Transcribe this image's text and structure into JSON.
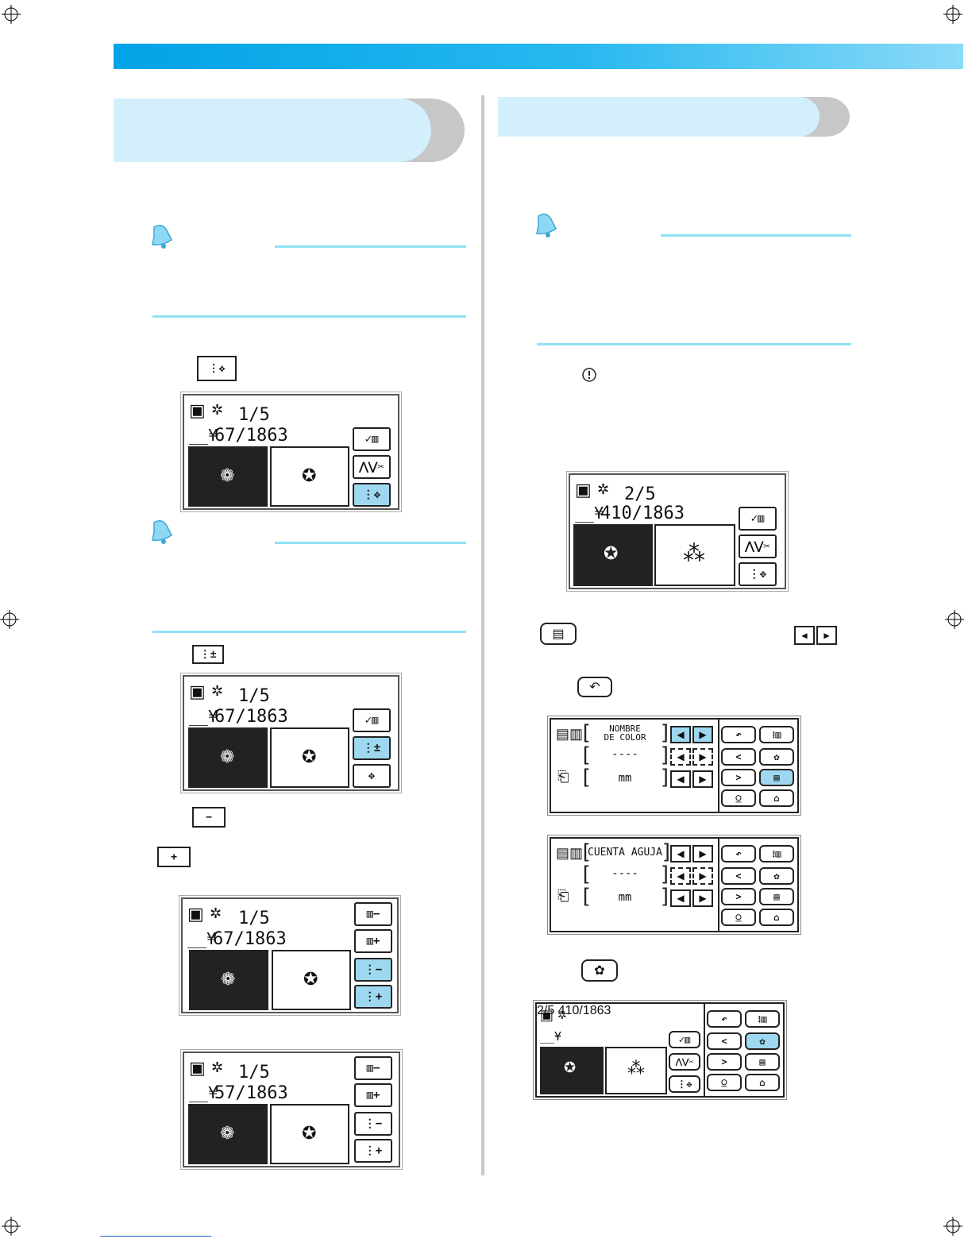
{
  "colors": {
    "banner": "#00a3e6",
    "accent": "#9ed8f0",
    "note_line": "#8fe2f5",
    "tab": "#d3effc"
  },
  "icons": {
    "bell": "bell-icon",
    "move": "needle-move-icon",
    "thread": "thread-check-icon",
    "trim": "thread-trim-icon",
    "needle_minus": "needle-minus-icon",
    "needle_plus": "needle-plus-icon",
    "plus_minus": "needle-plus-minus-icon"
  },
  "screens": [
    {
      "counter1": "1/5",
      "counter2": "67/1863"
    },
    {
      "counter1": "1/5",
      "counter2": "67/1863"
    },
    {
      "counter1": "1/5",
      "counter2": "67/1863"
    },
    {
      "counter1": "1/5",
      "counter2": "57/1863"
    },
    {
      "counter1": "2/5",
      "counter2": "410/1863"
    },
    {
      "counter1": "2/5",
      "counter2": "410/1863"
    }
  ],
  "panels": [
    {
      "row1": "NOMBRE\nDE COLOR",
      "row2": "----",
      "row3": "mm"
    },
    {
      "row1": "CUENTA AGUJA",
      "row2": "----",
      "row3": "mm"
    }
  ],
  "buttons": {
    "minus": "−",
    "plus": "+",
    "back": "↶",
    "lt": "<",
    "gt": ">"
  }
}
